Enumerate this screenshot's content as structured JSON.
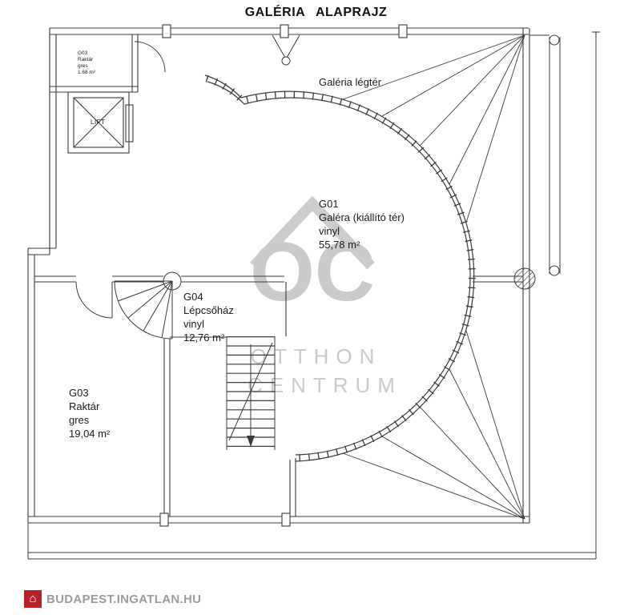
{
  "page": {
    "title": "GALÉRIA ALAPRAJZ"
  },
  "plan": {
    "void_label": "Galéria légtér",
    "rooms": {
      "g01": {
        "code": "G01",
        "name": "Galéra (kiállító tér)",
        "material": "vinyl",
        "area": "55,78 m²"
      },
      "g04": {
        "code": "G04",
        "name": "Lépcsőház",
        "material": "vinyl",
        "area": "12,76 m²"
      },
      "g03_large": {
        "code": "G03",
        "name": "Raktár",
        "material": "gres",
        "area": "19,04 m²"
      },
      "g03_small": {
        "code": "G03",
        "name": "Raktár",
        "material": "gres",
        "area": "1.68 m²"
      },
      "lift": {
        "code": "LIFT"
      }
    }
  },
  "watermark": {
    "monogram": "ÓC",
    "line1": "OTTHON",
    "line2": "CENTRUM",
    "color": "#cbcbcb"
  },
  "footer": {
    "brand": "BUDAPEST.INGATLAN.HU",
    "icon": "house-icon",
    "icon_glyph": "⌂",
    "icon_color": "#b5222a",
    "text_color": "#9b9b9b"
  }
}
